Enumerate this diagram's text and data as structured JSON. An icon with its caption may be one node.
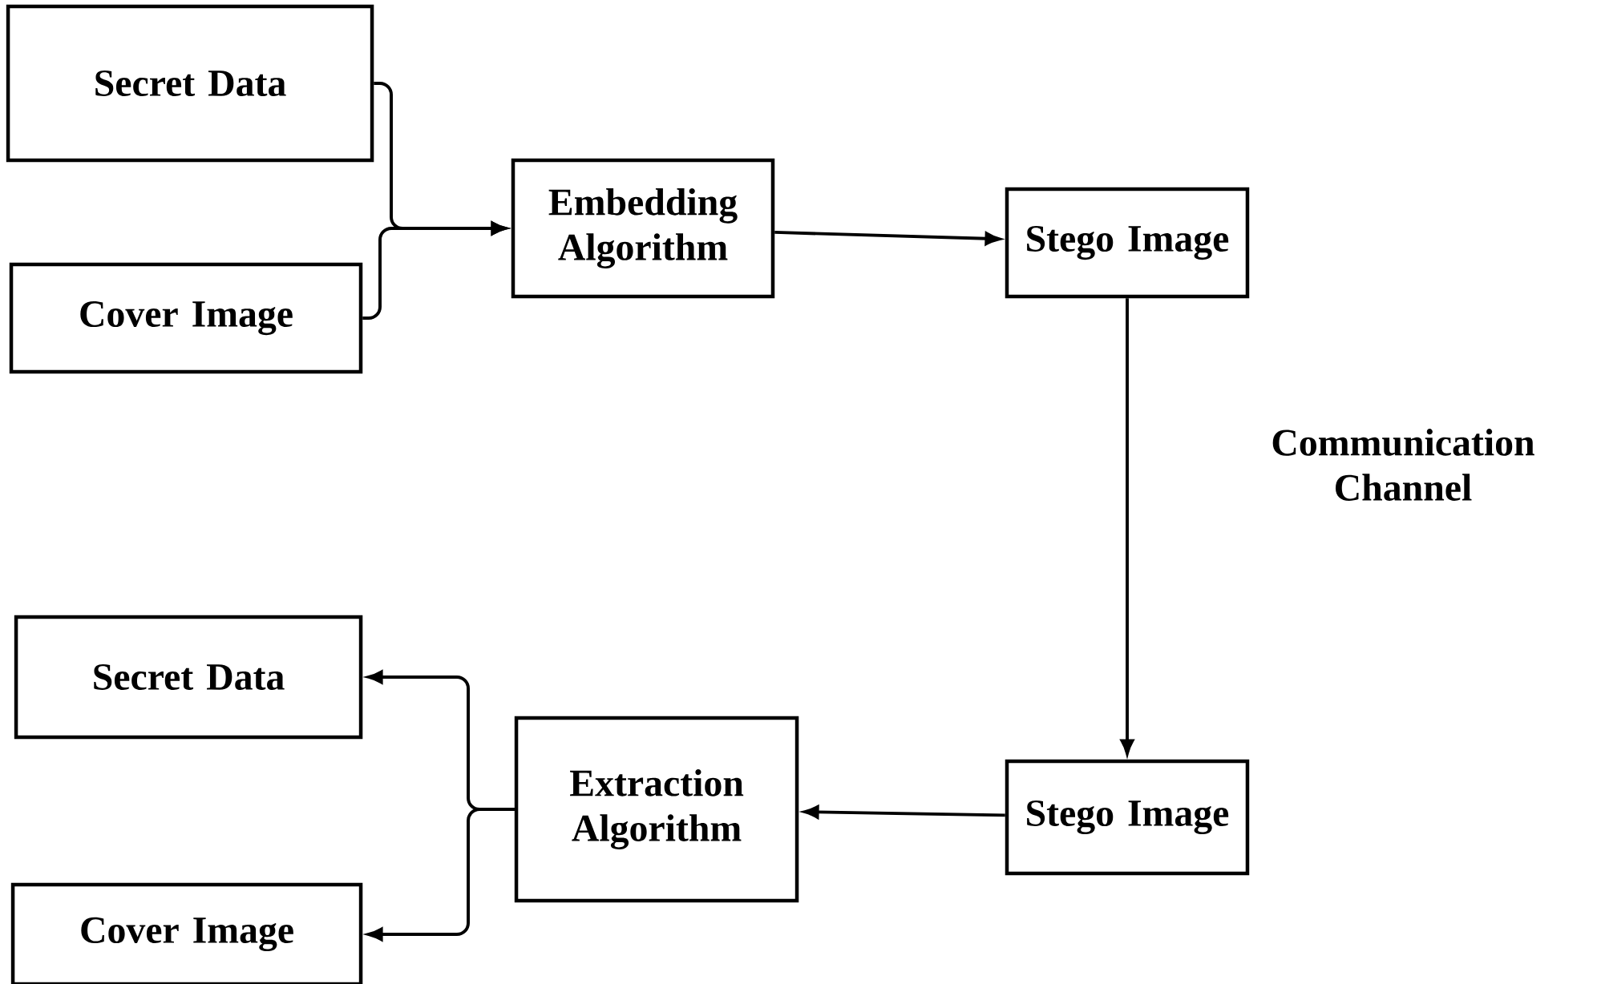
{
  "diagram": {
    "nodes": [
      {
        "text": [
          "Secret Data"
        ]
      },
      {
        "text": [
          "Cover Image"
        ]
      },
      {
        "text": [
          "Embedding Algorithm"
        ]
      },
      {
        "text": [
          "Stego Image"
        ]
      },
      {
        "text": [
          "Secret Data"
        ]
      },
      {
        "text": [
          "Cover Image"
        ]
      },
      {
        "text": [
          "Extraction Algorithm"
        ]
      },
      {
        "text": [
          "Stego Image"
        ]
      }
    ],
    "edges": [
      {
        "from": 0,
        "to": 2,
        "arrow": "to"
      },
      {
        "from": 1,
        "to": 2,
        "arrow": "to"
      },
      {
        "from": 2,
        "to": 3,
        "arrow": "to"
      },
      {
        "from": 3,
        "to": 7,
        "arrow": "to"
      },
      {
        "from": 7,
        "to": 6,
        "arrow": "to"
      },
      {
        "from": 6,
        "to": 4,
        "arrow": "to"
      },
      {
        "from": 6,
        "to": 5,
        "arrow": "to"
      }
    ],
    "labels": [
      "Communication Channel"
    ]
  }
}
